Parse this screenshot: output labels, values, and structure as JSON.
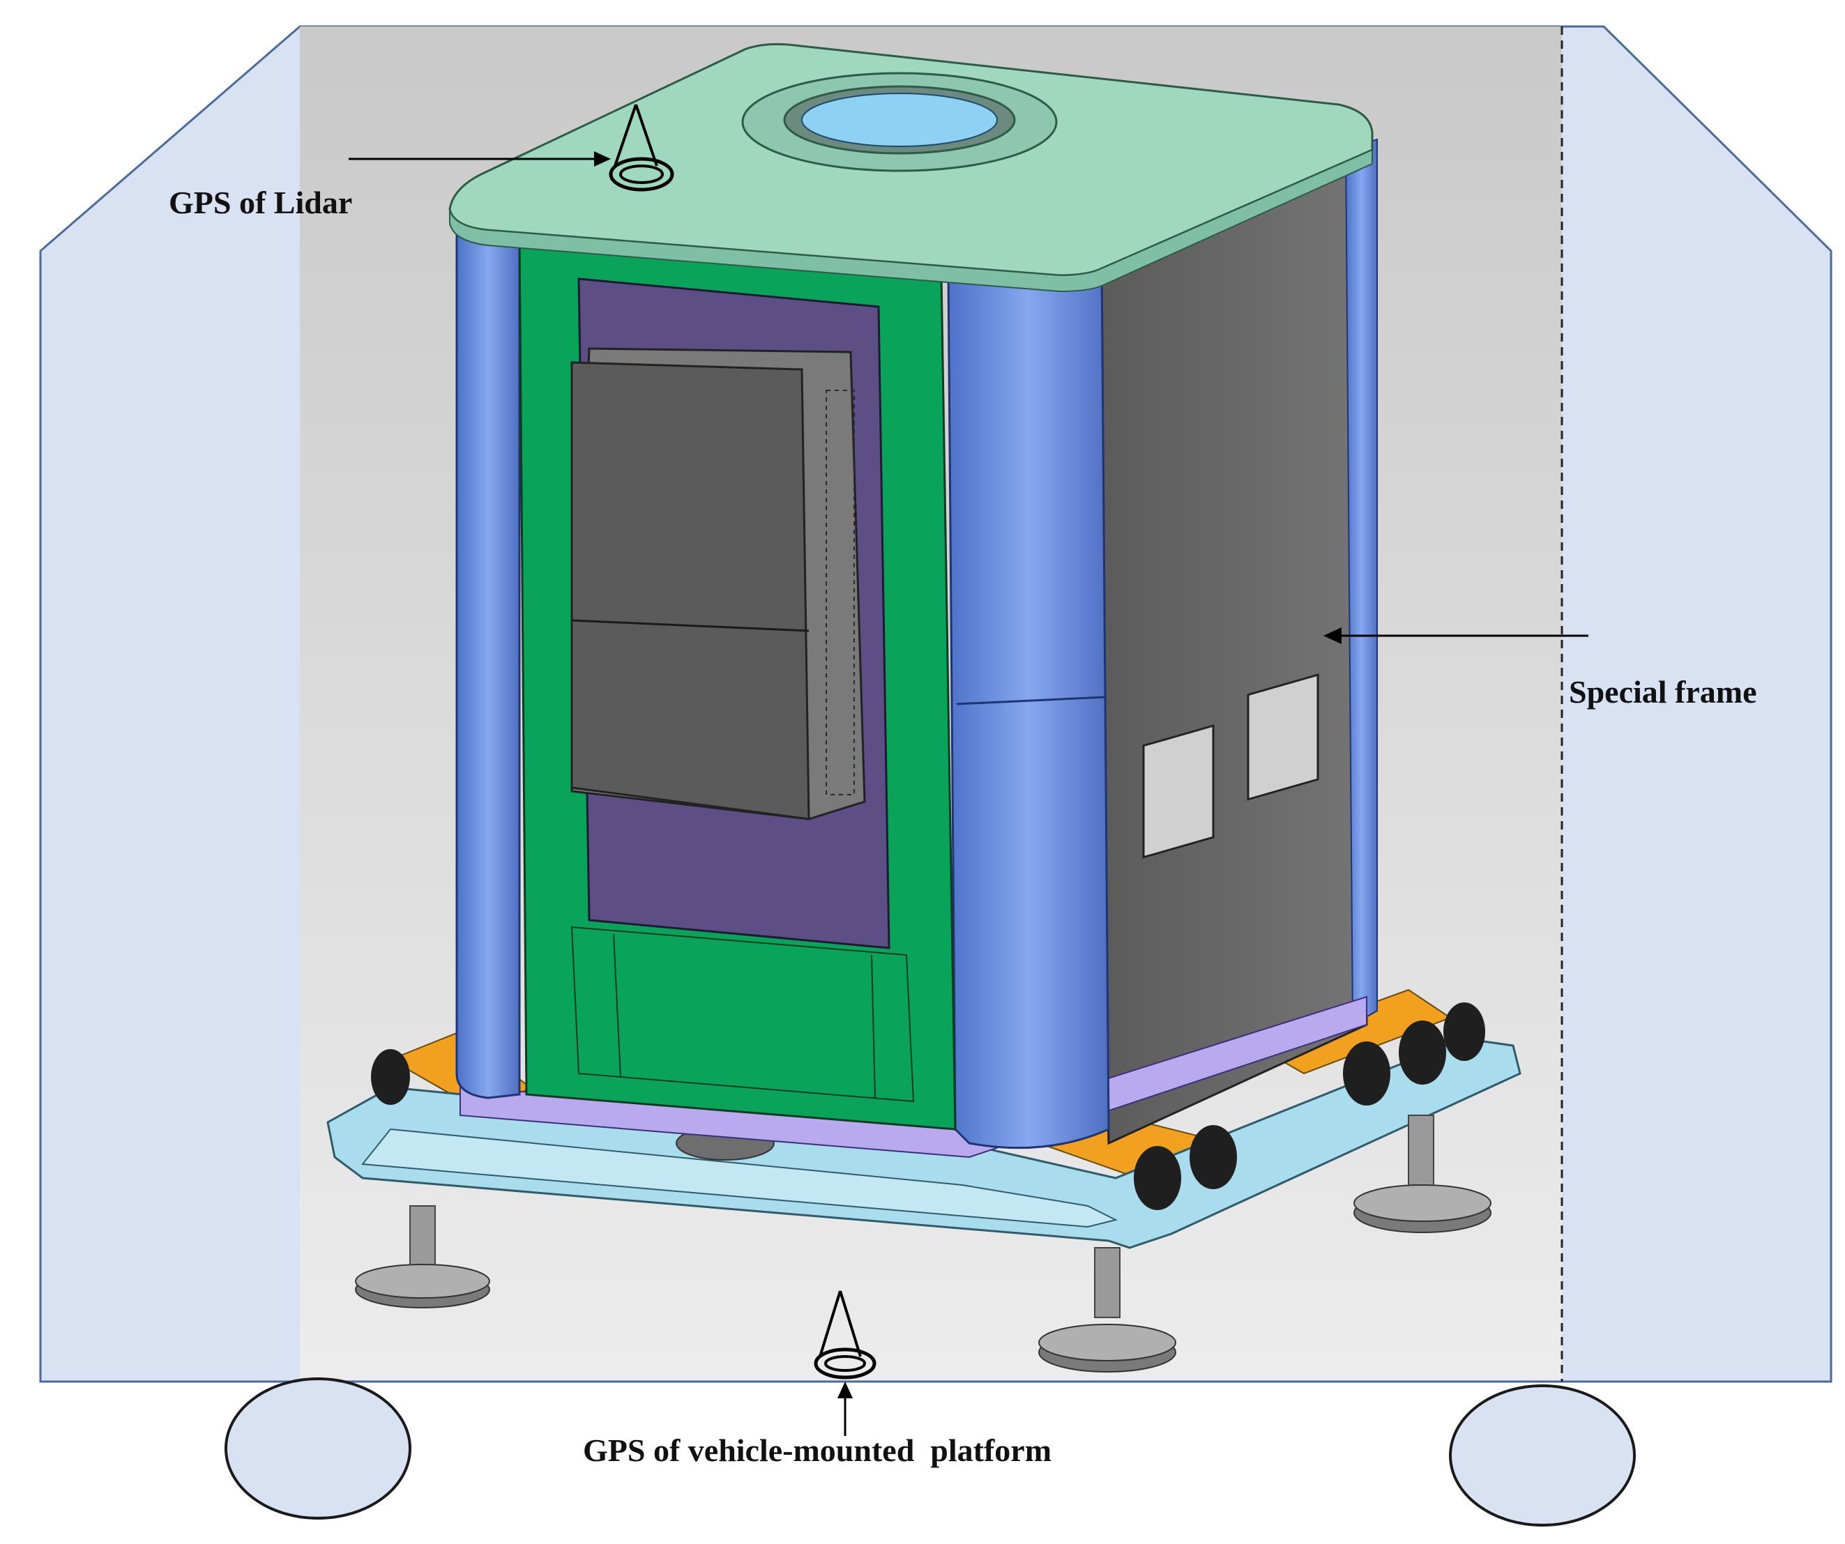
{
  "labels": {
    "gps_lidar": "GPS of Lidar",
    "special_frame": "Special frame",
    "gps_vehicle": "GPS of vehicle-mounted  platform"
  },
  "colors": {
    "vehicle_fill": "#d9e2f2",
    "vehicle_stroke": "#4a6a9c",
    "backdrop": "#d6d6d6",
    "top_lid": "#9fd8bf",
    "blue_side": "#6f95e8",
    "green_panel": "#0aa35a",
    "purple_window": "#5d4f86",
    "dark_box": "#5b5b5b",
    "grey_side": "#6a6a6a",
    "base_frame": "#a9dcec",
    "orange_mount": "#f1a020",
    "feet": "#8a8a8a"
  }
}
